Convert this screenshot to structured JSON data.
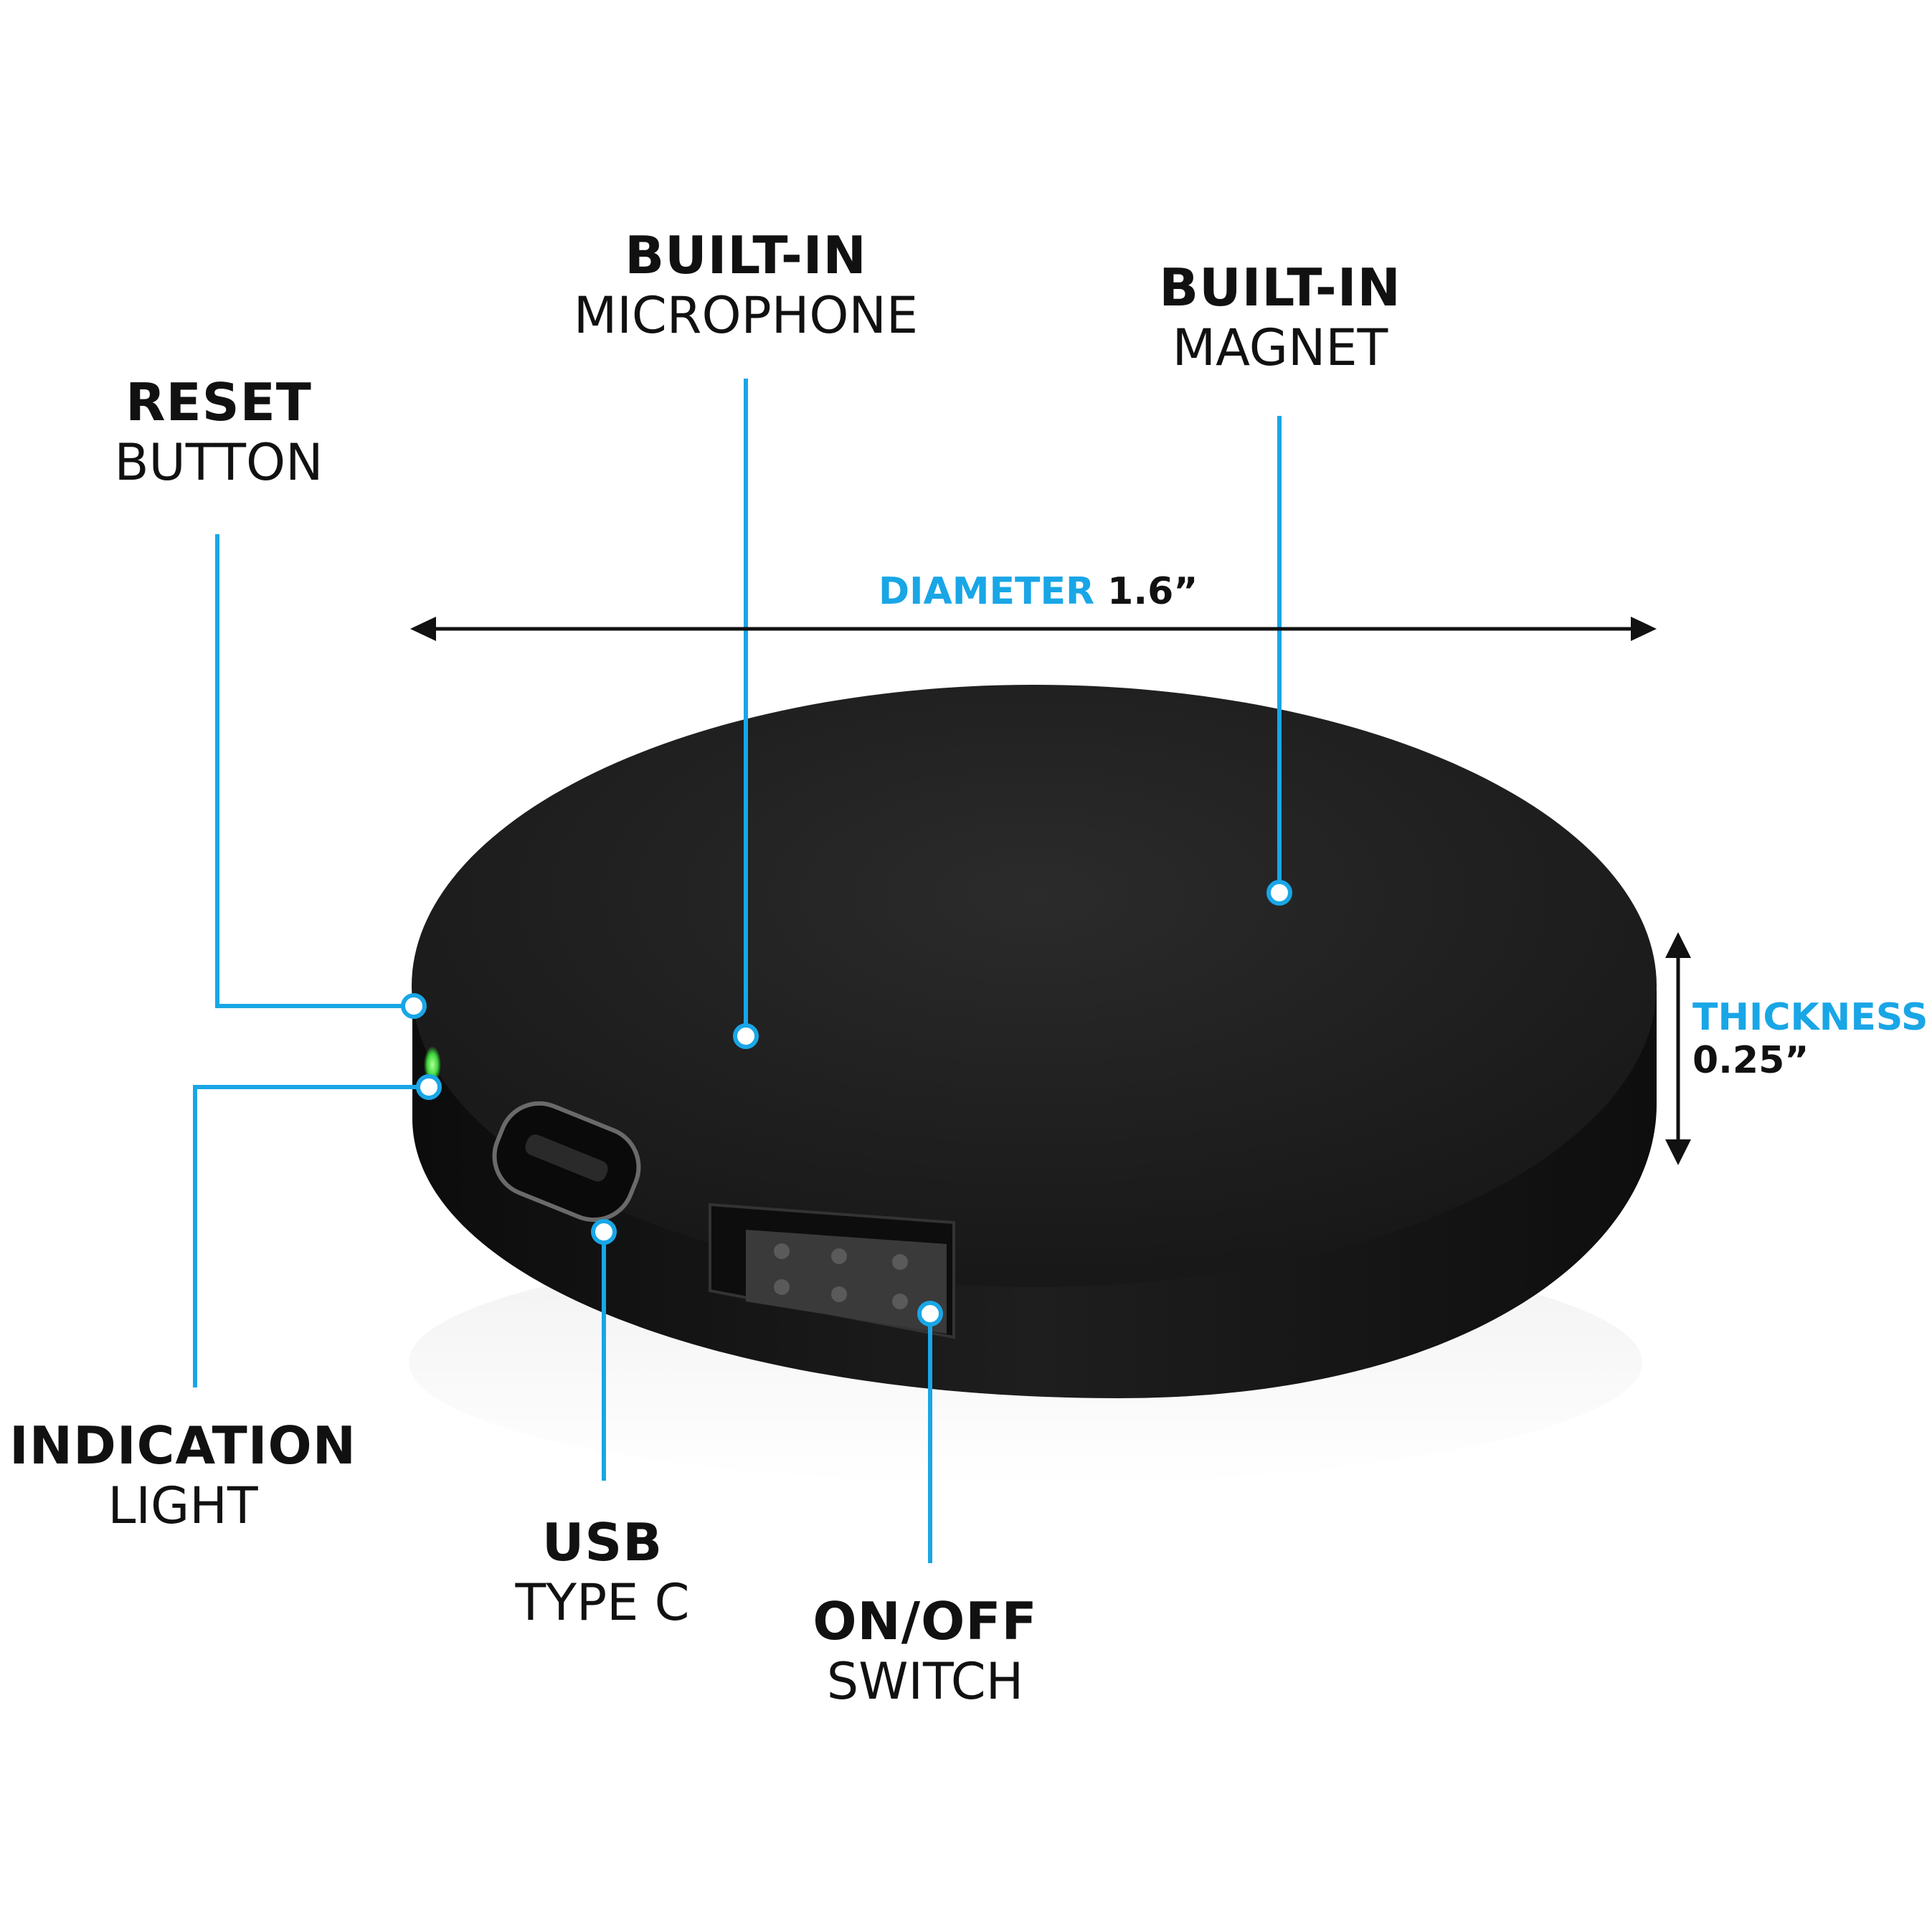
{
  "labels": {
    "reset": {
      "bold": "RESET",
      "light": "BUTTON"
    },
    "microphone": {
      "bold": "BUILT-IN",
      "light": "MICROPHONE"
    },
    "magnet": {
      "bold": "BUILT-IN",
      "light": "MAGNET"
    },
    "indication": {
      "bold": "INDICATION",
      "light": "LIGHT"
    },
    "usb": {
      "bold": "USB",
      "light": "TYPE C"
    },
    "switch": {
      "bold": "ON/OFF",
      "light": "SWITCH"
    }
  },
  "dimensions": {
    "diameter_label": "DIAMETER",
    "diameter_value": "1.6”",
    "thickness_label": "THICKNESS",
    "thickness_value": "0.25”"
  },
  "colors": {
    "callout_line": "#19a6e6",
    "device_body": "#1a1a1a",
    "indicator_led": "#3cff3c",
    "dimension_label": "#19a6e6"
  },
  "icons": [
    "double-arrow-horizontal-icon",
    "double-arrow-vertical-icon"
  ]
}
